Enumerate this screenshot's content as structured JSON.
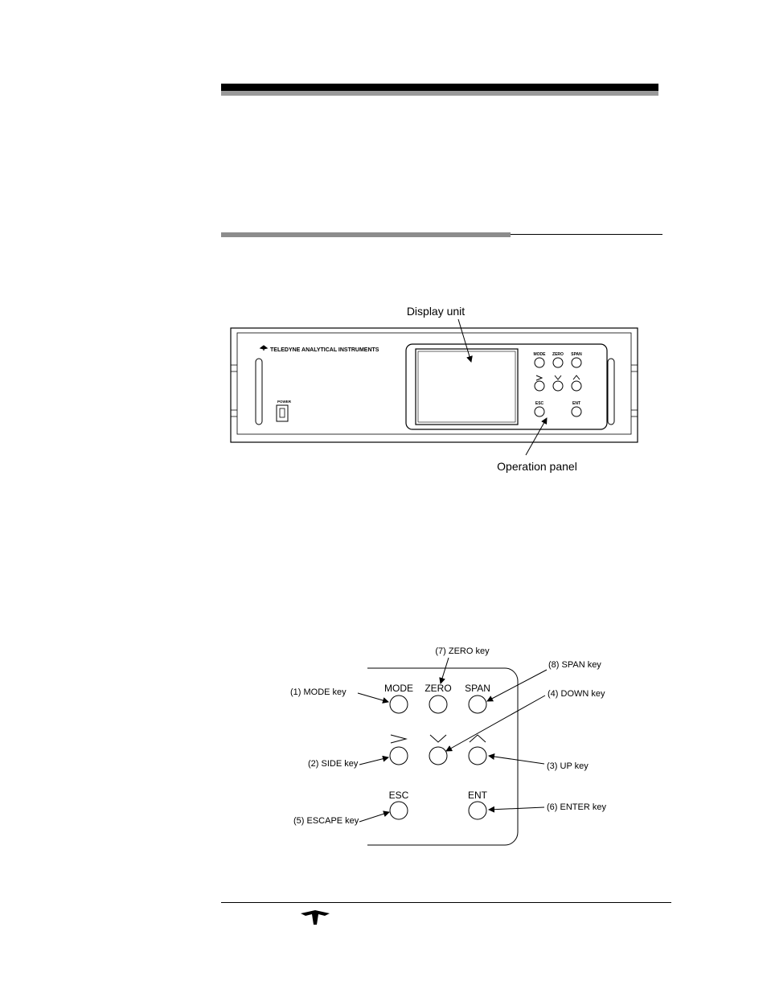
{
  "figure1": {
    "brand_label": "TELEDYNE ANALYTICAL INSTRUMENTS",
    "power_label": "POWER",
    "callout_display": "Display unit",
    "callout_operation": "Operation panel",
    "keys": {
      "mode": "MODE",
      "zero": "ZERO",
      "span": "SPAN",
      "esc": "ESC",
      "ent": "ENT"
    }
  },
  "figure2": {
    "keys": {
      "mode": "MODE",
      "zero": "ZERO",
      "span": "SPAN",
      "side": ">",
      "esc": "ESC",
      "ent": "ENT"
    },
    "callouts": {
      "zero": "(7) ZERO key",
      "span": "(8) SPAN key",
      "mode": "(1) MODE key",
      "down": "(4) DOWN key",
      "side": "(2) SIDE key",
      "up": "(3) UP key",
      "escape": "(5) ESCAPE key",
      "enter": "(6) ENTER key"
    }
  },
  "footer": {
    "logo_icon": "teledyne-logo-icon"
  }
}
